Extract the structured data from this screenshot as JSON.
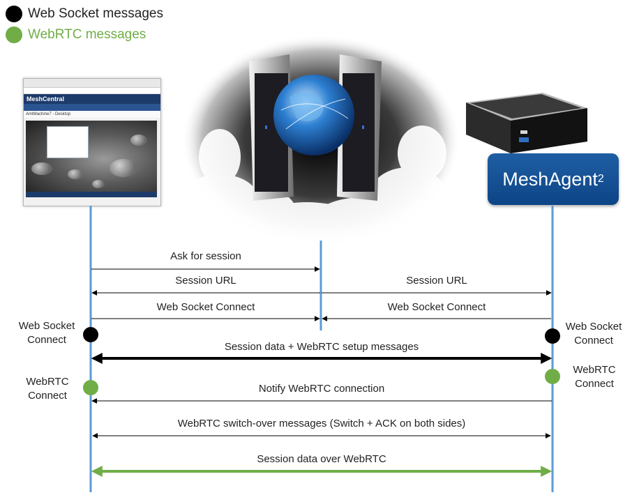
{
  "legend": {
    "websocket": "Web Socket messages",
    "webrtc": "WebRTC messages"
  },
  "colors": {
    "websocket": "#000000",
    "webrtc": "#70ad47",
    "lifeline": "#5b9bd5",
    "agent_box": "#13509a"
  },
  "icons": {
    "browser": "browser-screenshot-icon",
    "server": "cloud-server-icon",
    "device": "mini-pc-icon"
  },
  "browser": {
    "app_title": "MeshCentral",
    "window_title": "AmtMachine7 - Desktop"
  },
  "agent": {
    "label": "MeshAgent",
    "superscript": "2"
  },
  "side_labels": {
    "ws_left": [
      "Web Socket",
      "Connect"
    ],
    "ws_right": [
      "Web Socket",
      "Connect"
    ],
    "rtc_left": [
      "WebRTC",
      "Connect"
    ],
    "rtc_right": [
      "WebRTC",
      "Connect"
    ]
  },
  "messages": [
    {
      "id": "ask",
      "label": "Ask for session",
      "from": "browser",
      "to": "server",
      "kind": "thin",
      "color": "websocket"
    },
    {
      "id": "url-left",
      "label": "Session URL",
      "from": "server",
      "to": "browser",
      "kind": "thin",
      "color": "websocket"
    },
    {
      "id": "url-right",
      "label": "Session URL",
      "from": "server",
      "to": "agent",
      "kind": "thin",
      "color": "websocket"
    },
    {
      "id": "wsc-left",
      "label": "Web Socket Connect",
      "from": "browser",
      "to": "server",
      "kind": "thin",
      "color": "websocket"
    },
    {
      "id": "wsc-right",
      "label": "Web Socket Connect",
      "from": "agent",
      "to": "server",
      "kind": "thin",
      "color": "websocket"
    },
    {
      "id": "setup",
      "label": "Session data + WebRTC setup messages",
      "from": "browser",
      "to": "agent",
      "kind": "thick-both",
      "color": "websocket"
    },
    {
      "id": "notify",
      "label": "Notify WebRTC connection",
      "from": "agent",
      "to": "browser",
      "kind": "thin",
      "color": "websocket"
    },
    {
      "id": "switch",
      "label": "WebRTC switch-over messages (Switch + ACK on both sides)",
      "from": "browser",
      "to": "agent",
      "kind": "thin-both",
      "color": "websocket"
    },
    {
      "id": "data",
      "label": "Session data over WebRTC",
      "from": "browser",
      "to": "agent",
      "kind": "thick-both",
      "color": "webrtc"
    }
  ]
}
